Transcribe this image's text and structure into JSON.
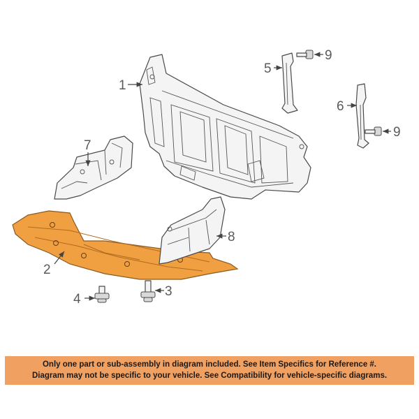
{
  "callouts": {
    "c1": "1",
    "c2": "2",
    "c3": "3",
    "c4": "4",
    "c5": "5",
    "c6": "6",
    "c7": "7",
    "c8": "8",
    "c9a": "9",
    "c9b": "9"
  },
  "notice": {
    "line1": "Only one part or sub-assembly in diagram included. See Item Specifics for Reference #.",
    "line2": "Diagram may not be specific to your vehicle. See Compatibility for vehicle-specific diagrams."
  },
  "colors": {
    "highlight_part": "#f0a040",
    "notice_bg": "#f0a060",
    "line": "#4a4a4a"
  }
}
